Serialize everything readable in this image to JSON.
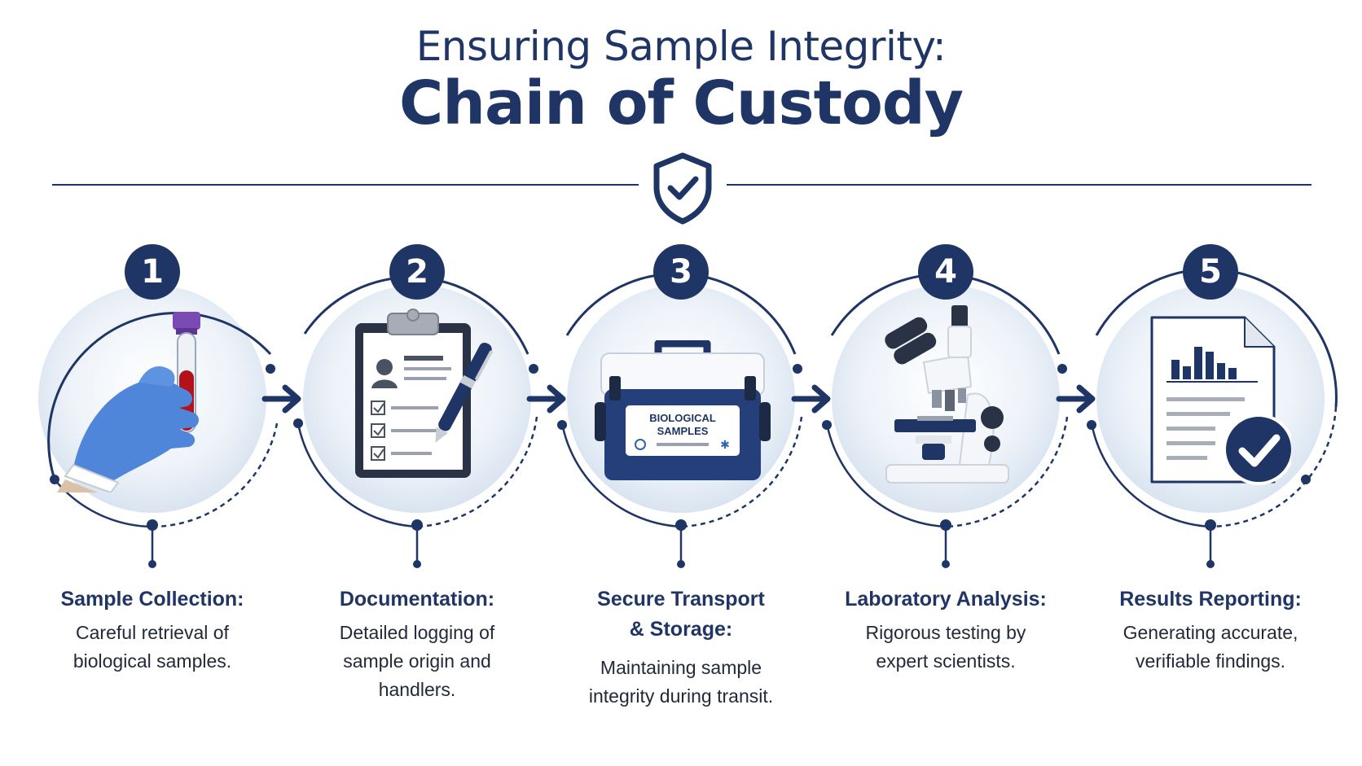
{
  "header": {
    "subtitle": "Ensuring Sample Integrity:",
    "title": "Chain of Custody"
  },
  "colors": {
    "navy": "#1f3566",
    "circle_fill": "#dfe8f3",
    "glove_blue": "#4f86d9",
    "tube_red": "#b3121b",
    "cap_purple": "#7a4bb5"
  },
  "steps": [
    {
      "number": "1",
      "title": "Sample Collection:",
      "desc_lines": [
        "Careful retrieval of",
        "biological samples."
      ],
      "icon": "gloved-hand-test-tube-icon"
    },
    {
      "number": "2",
      "title": "Documentation:",
      "desc_lines": [
        "Detailed logging of",
        "sample origin and",
        "handlers."
      ],
      "icon": "clipboard-pen-icon"
    },
    {
      "number": "3",
      "title_lines": [
        "Secure Transport",
        "& Storage:"
      ],
      "desc_lines": [
        "Maintaining sample",
        "integrity during transit."
      ],
      "icon": "cooler-box-icon"
    },
    {
      "number": "4",
      "title": "Laboratory Analysis:",
      "desc_lines": [
        "Rigorous testing by",
        "expert scientists."
      ],
      "icon": "microscope-icon"
    },
    {
      "number": "5",
      "title": "Results Reporting:",
      "desc_lines": [
        "Generating accurate,",
        "verifiable findings."
      ],
      "icon": "report-document-check-icon"
    }
  ],
  "cooler_label": {
    "line1": "BIOLOGICAL",
    "line2": "SAMPLES"
  }
}
